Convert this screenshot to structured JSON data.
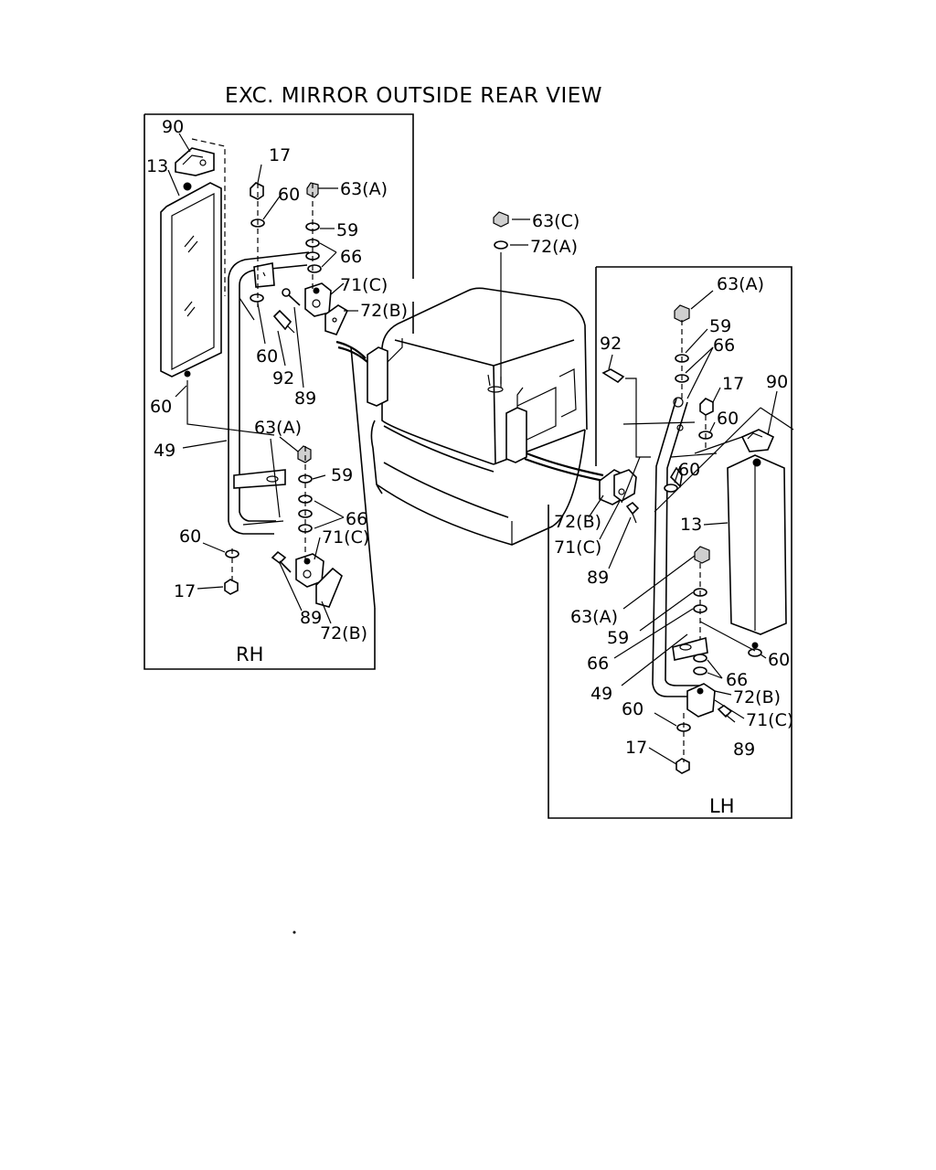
{
  "title": "EXC. MIRROR OUTSIDE REAR VIEW",
  "panels": {
    "rh_label": "RH",
    "lh_label": "LH"
  },
  "callouts": {
    "rh": {
      "p90": "90",
      "p13": "13",
      "p17_top": "17",
      "p60_a": "60",
      "p63a_top": "63(A)",
      "p59_top": "59",
      "p66_top": "66",
      "p71c_top": "71(C)",
      "p72b_top": "72(B)",
      "p60_b": "60",
      "p92": "92",
      "p89_top": "89",
      "p60_c": "60",
      "p49": "49",
      "p63a_bot": "63(A)",
      "p59_bot": "59",
      "p66_bot": "66",
      "p71c_bot": "71(C)",
      "p60_d": "60",
      "p17_bot": "17",
      "p89_bot": "89",
      "p72b_bot": "72(B)"
    },
    "center": {
      "p63c": "63(C)",
      "p72a": "72(A)"
    },
    "lh": {
      "p63a_top": "63(A)",
      "p59_top": "59",
      "p66_top": "66",
      "p92": "92",
      "p17_top": "17",
      "p90": "90",
      "p60_a": "60",
      "p60_b": "60",
      "p72b_top": "72(B)",
      "p71c_top": "71(C)",
      "p89_top": "89",
      "p13": "13",
      "p63a_bot": "63(A)",
      "p59_bot": "59",
      "p66_mid": "66",
      "p49": "49",
      "p60_c": "60",
      "p66_bot": "66",
      "p72b_bot": "72(B)",
      "p71c_bot": "71(C)",
      "p60_d": "60",
      "p89_bot": "89",
      "p17_bot": "17"
    }
  }
}
